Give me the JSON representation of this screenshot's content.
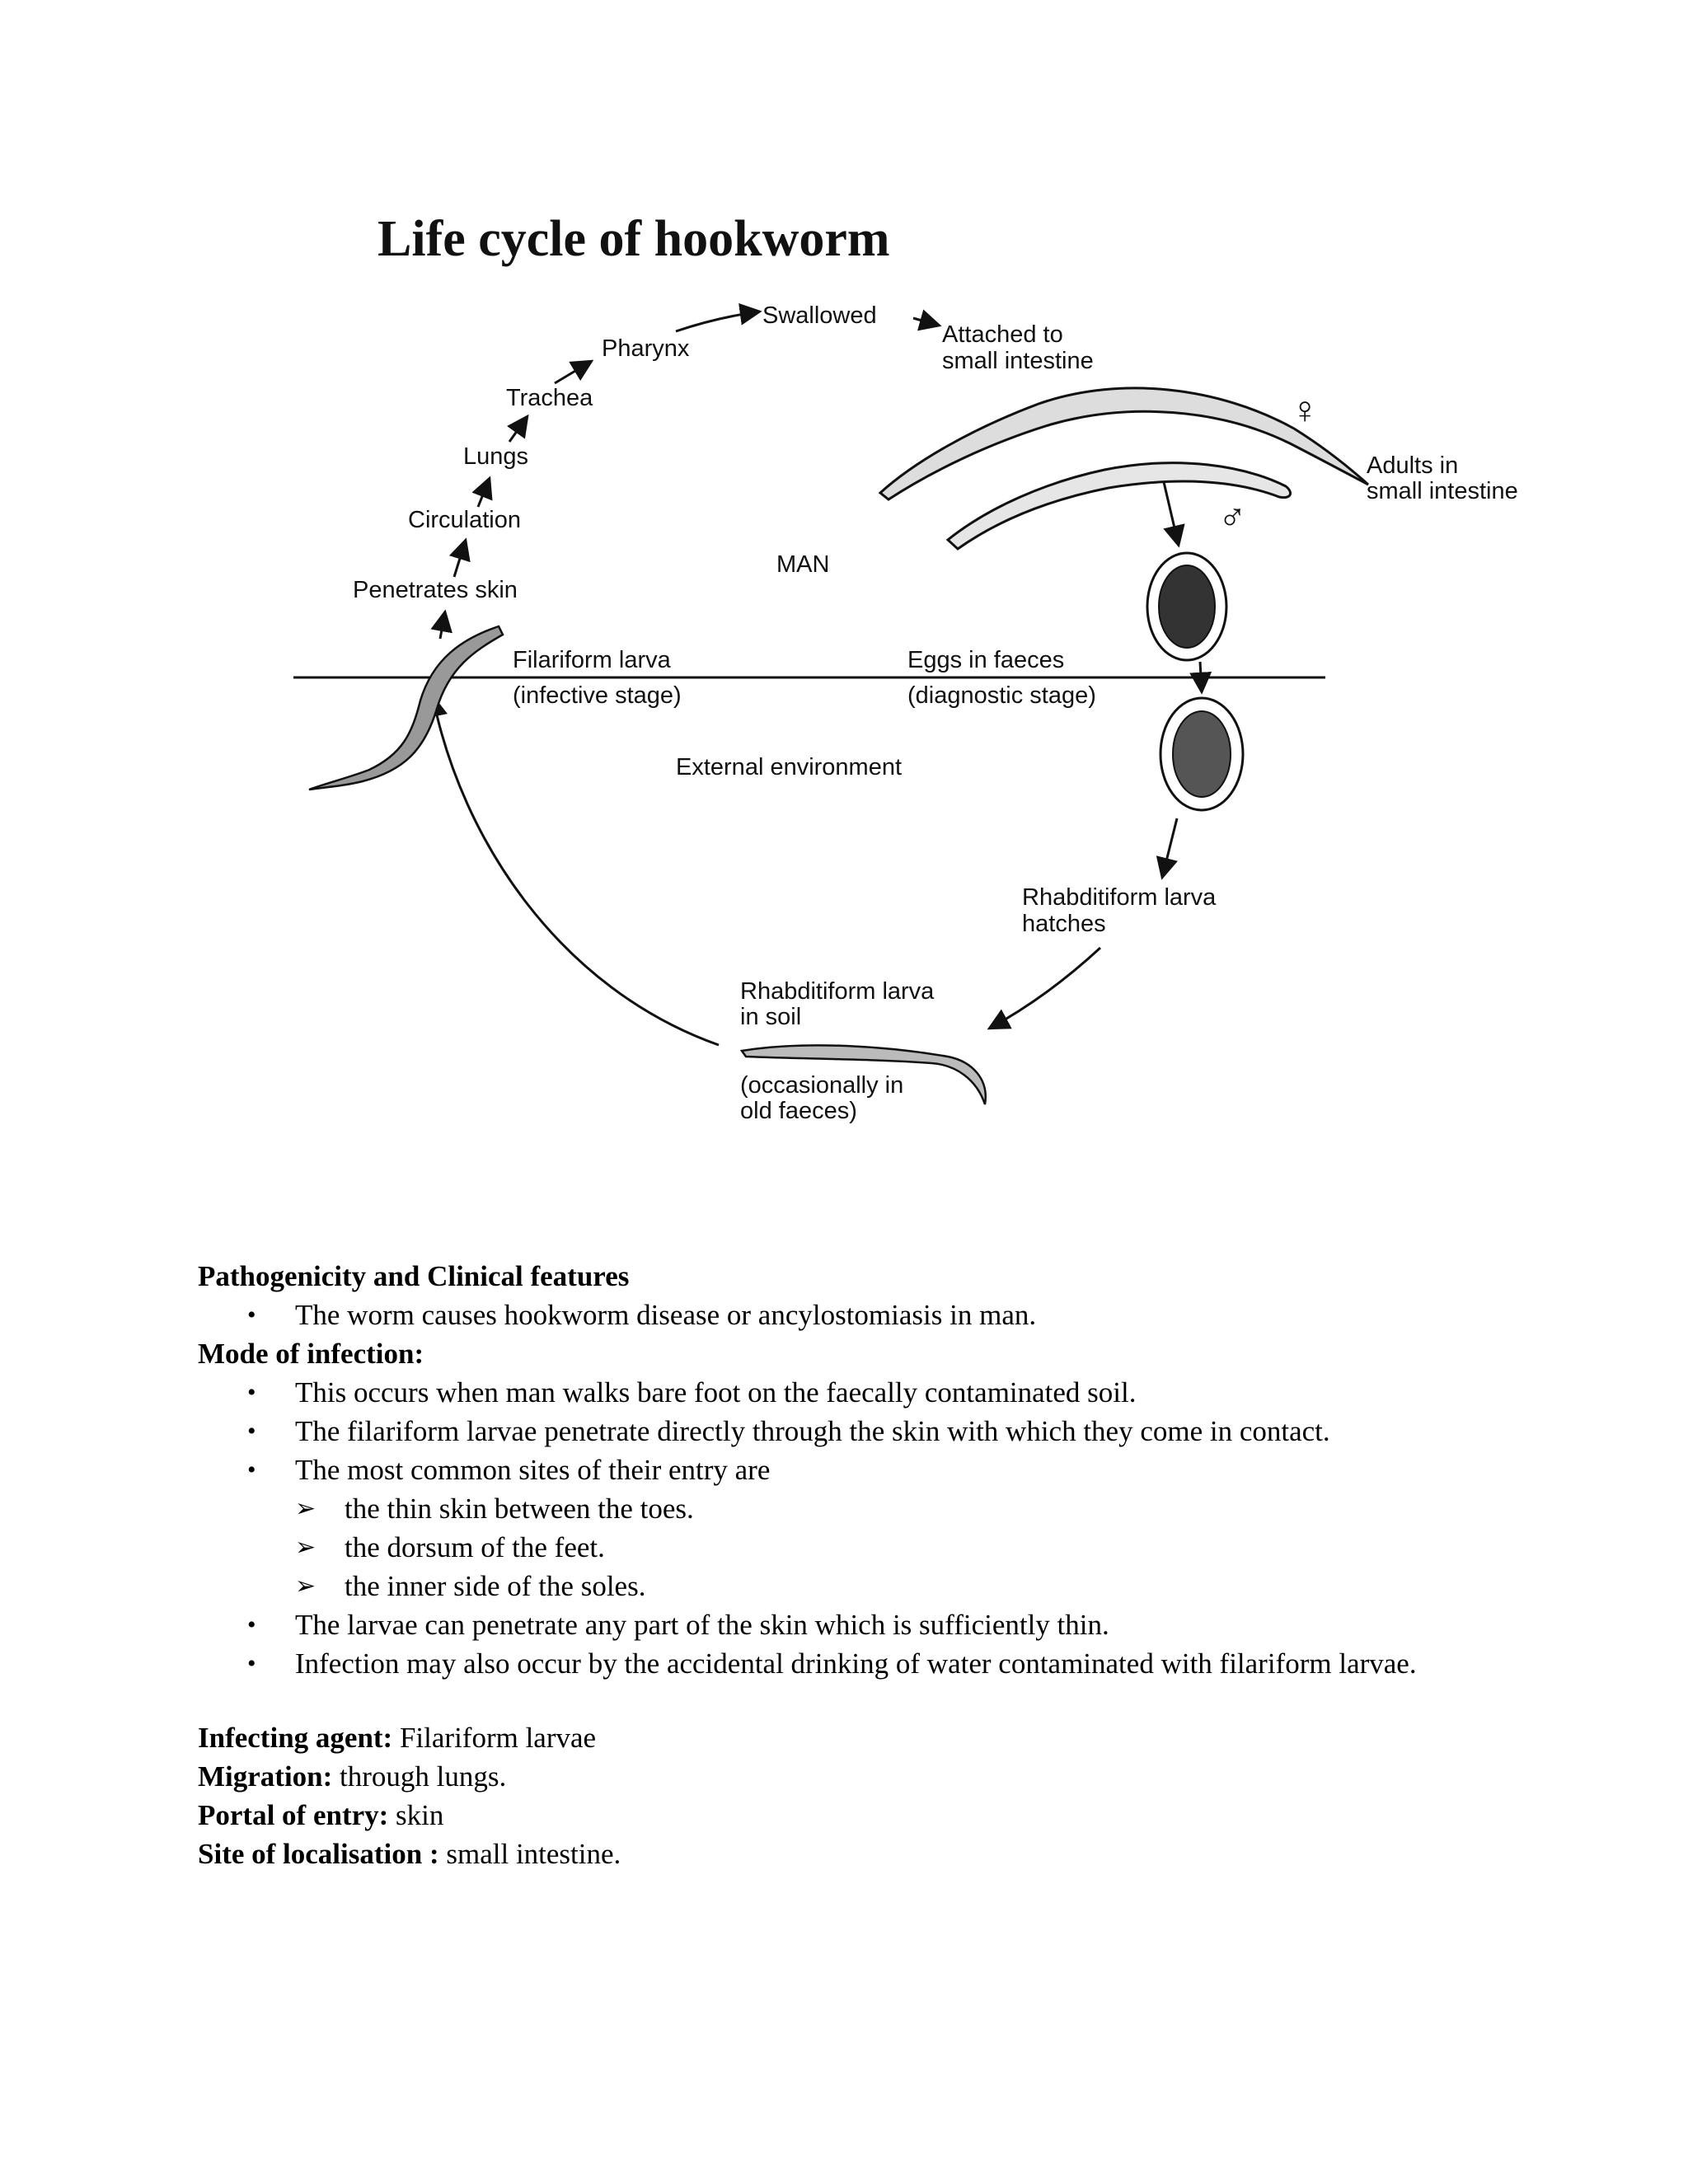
{
  "diagram": {
    "title": "Life cycle of hookworm",
    "labels": {
      "swallowed": "Swallowed",
      "attached_1": "Attached to",
      "attached_2": "small intestine",
      "pharynx": "Pharynx",
      "trachea": "Trachea",
      "lungs": "Lungs",
      "circulation": "Circulation",
      "penetrates": "Penetrates skin",
      "adults_1": "Adults in",
      "adults_2": "small intestine",
      "female": "♀",
      "male": "♂",
      "man": "MAN",
      "filariform_1": "Filariform larva",
      "filariform_2": "(infective stage)",
      "eggs_1": "Eggs in faeces",
      "eggs_2": "(diagnostic stage)",
      "external": "External environment",
      "rhab_hatch_1": "Rhabditiform larva",
      "rhab_hatch_2": "hatches",
      "rhab_soil_1": "Rhabditiform larva",
      "rhab_soil_2": "in soil",
      "occasional_1": "(occasionally in",
      "occasional_2": "old faeces)"
    }
  },
  "text": {
    "pathogenicity_heading": "Pathogenicity and Clinical features",
    "pathogenicity_items": [
      "The worm causes hookworm disease or ancylostomiasis in man."
    ],
    "mode_heading": "Mode of infection:",
    "mode_items": [
      "This occurs when man walks bare foot on the faecally contaminated soil.",
      "The filariform larvae penetrate directly through the skin with which they come in contact.",
      "The most common sites of their entry are"
    ],
    "entry_sites": [
      "the thin skin between the toes.",
      "the dorsum of the feet.",
      "the inner side of the soles."
    ],
    "mode_items_after": [
      "The larvae can penetrate any part of the skin which is sufficiently thin.",
      "Infection may also occur by the accidental drinking of water contaminated with filariform larvae."
    ],
    "facts": [
      {
        "key": "Infecting agent:",
        "value": " Filariform larvae"
      },
      {
        "key": "Migration:",
        "value": " through lungs."
      },
      {
        "key": "Portal of entry:",
        "value": " skin"
      },
      {
        "key": "Site of localisation :",
        "value": " small intestine."
      }
    ]
  }
}
